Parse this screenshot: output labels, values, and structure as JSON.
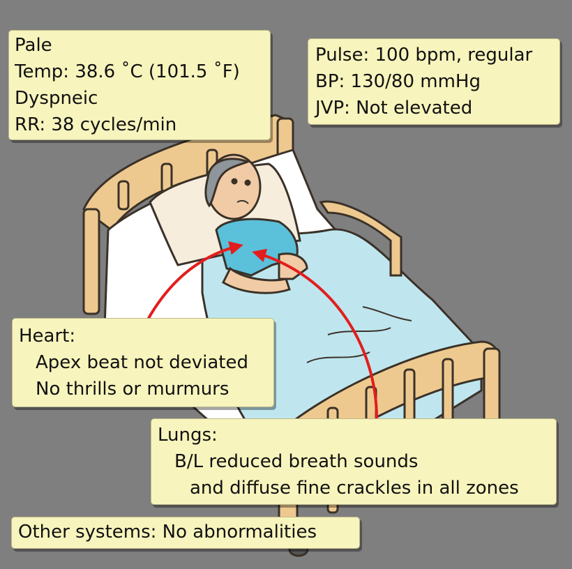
{
  "vitals": {
    "lines": [
      "Pale",
      "Temp: 38.6 ˚C (101.5 ˚F)",
      "Dyspneic",
      "RR: 38 cycles/min"
    ]
  },
  "cardio": {
    "lines": [
      "Pulse: 100 bpm, regular",
      "BP: 130/80 mmHg",
      "JVP: Not elevated"
    ]
  },
  "heart": {
    "title": "Heart:",
    "lines": [
      "Apex beat not deviated",
      "No thrills or murmurs"
    ]
  },
  "lungs": {
    "title": "Lungs:",
    "lines": [
      "B/L reduced breath sounds",
      "and diffuse fine crackles in all zones"
    ]
  },
  "other": {
    "text": "Other systems: No abnormalities"
  },
  "colors": {
    "note_bg": "#f7f4bd",
    "arrow": "#e31d1d",
    "bed_frame": "#eec98f",
    "sheet": "#bfe6ee",
    "gown": "#5bc0da"
  }
}
